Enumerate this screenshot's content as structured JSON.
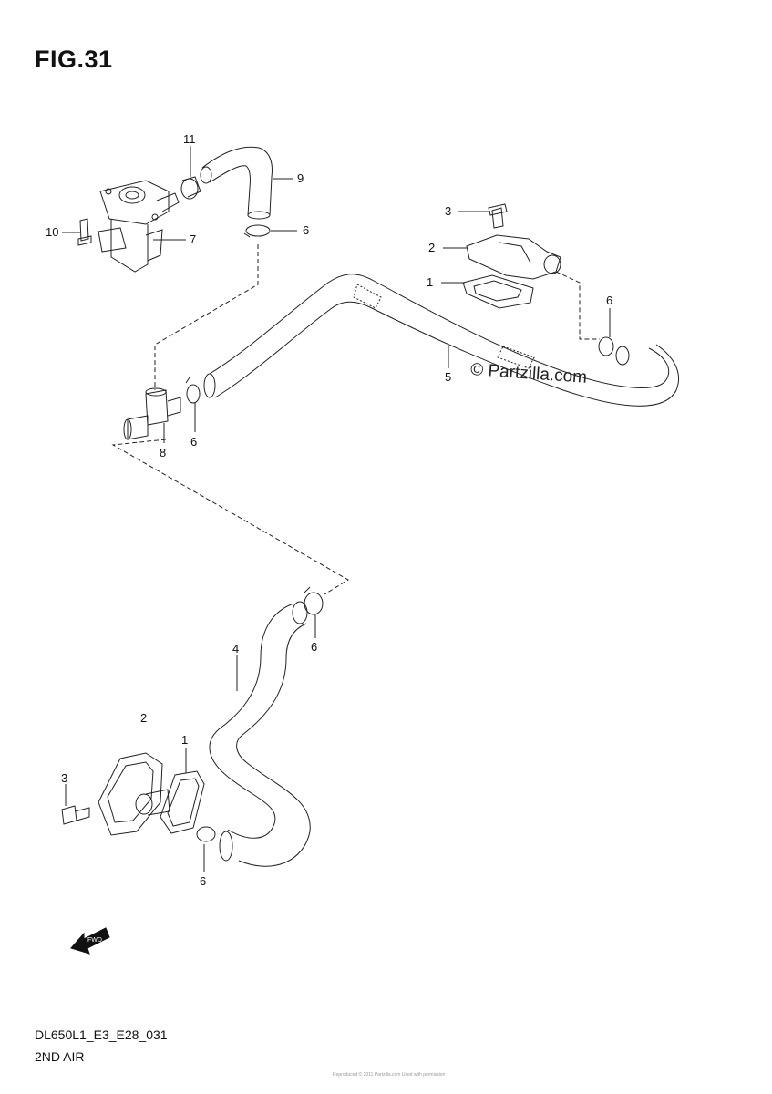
{
  "figure": {
    "title": "FIG.31"
  },
  "footer": {
    "code": "DL650L1_E3_E28_031",
    "name": "2ND AIR"
  },
  "watermark": "© Partzilla.com",
  "fine_print": "Reproduced © 2011 Partzilla.com Used with permission",
  "fwd_marker": "FWD",
  "callouts": [
    {
      "key": "c11",
      "text": "11"
    },
    {
      "key": "c9",
      "text": "9"
    },
    {
      "key": "c10",
      "text": "10"
    },
    {
      "key": "c7",
      "text": "7"
    },
    {
      "key": "c6a",
      "text": "6"
    },
    {
      "key": "c3a",
      "text": "3"
    },
    {
      "key": "c2a",
      "text": "2"
    },
    {
      "key": "c1a",
      "text": "1"
    },
    {
      "key": "c6b",
      "text": "6"
    },
    {
      "key": "c5",
      "text": "5"
    },
    {
      "key": "c8",
      "text": "8"
    },
    {
      "key": "c6c",
      "text": "6"
    },
    {
      "key": "c4",
      "text": "4"
    },
    {
      "key": "c6d",
      "text": "6"
    },
    {
      "key": "c2b",
      "text": "2"
    },
    {
      "key": "c1b",
      "text": "1"
    },
    {
      "key": "c3b",
      "text": "3"
    },
    {
      "key": "c6e",
      "text": "6"
    }
  ]
}
